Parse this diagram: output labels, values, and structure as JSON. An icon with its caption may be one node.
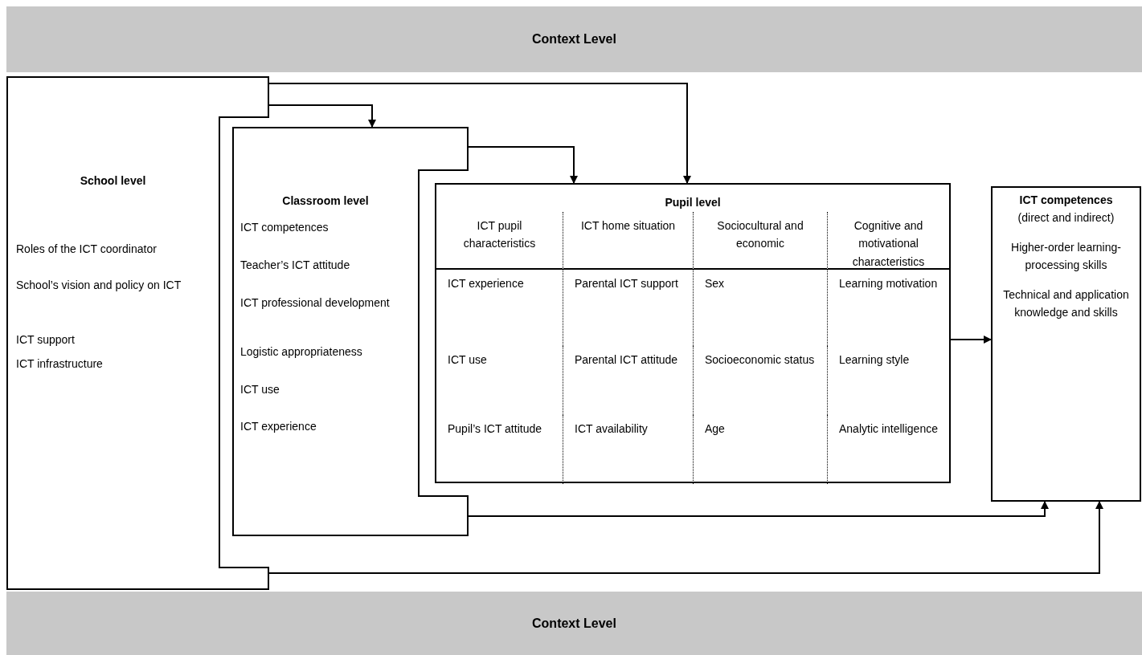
{
  "diagram": {
    "nodes": [
      {
        "text": [
          "Context Level"
        ]
      },
      {
        "text": [
          "School level",
          "Roles of the ICT coordinator",
          "School’s vision and policy on ICT",
          "ICT support",
          "ICT infrastructure"
        ]
      },
      {
        "text": [
          "Classroom level",
          "ICT competences",
          "Teacher’s ICT attitude",
          "ICT  professional development",
          "Logistic appropriateness",
          "ICT use",
          "ICT experience"
        ]
      },
      {
        "text": [
          "Pupil level",
          "ICT pupil characteristics",
          "ICT home situation",
          "Sociocultural and economic",
          "Cognitive and motivational characteristics",
          "ICT experience",
          "Parental ICT support",
          "Sex",
          "Learning motivation",
          "ICT use",
          "Parental ICT attitude",
          "Socioeconomic status",
          "Learning style",
          "Pupil’s ICT attitude",
          "ICT availability",
          "Age",
          "Analytic intelligence"
        ]
      },
      {
        "text": [
          "ICT competences",
          "(direct and indirect)",
          "Higher-order learning-processing skills",
          "Technical and application knowledge and skills"
        ]
      },
      {
        "text": [
          "Context Level"
        ]
      }
    ],
    "edges": [
      {
        "from": 1,
        "to": 2,
        "arrow": "to"
      },
      {
        "from": 1,
        "to": 3,
        "arrow": "to"
      },
      {
        "from": 2,
        "to": 3,
        "arrow": "to"
      },
      {
        "from": 3,
        "to": 4,
        "arrow": "to"
      },
      {
        "from": 2,
        "to": 4,
        "arrow": "to"
      },
      {
        "from": 1,
        "to": 4,
        "arrow": "to"
      }
    ]
  }
}
